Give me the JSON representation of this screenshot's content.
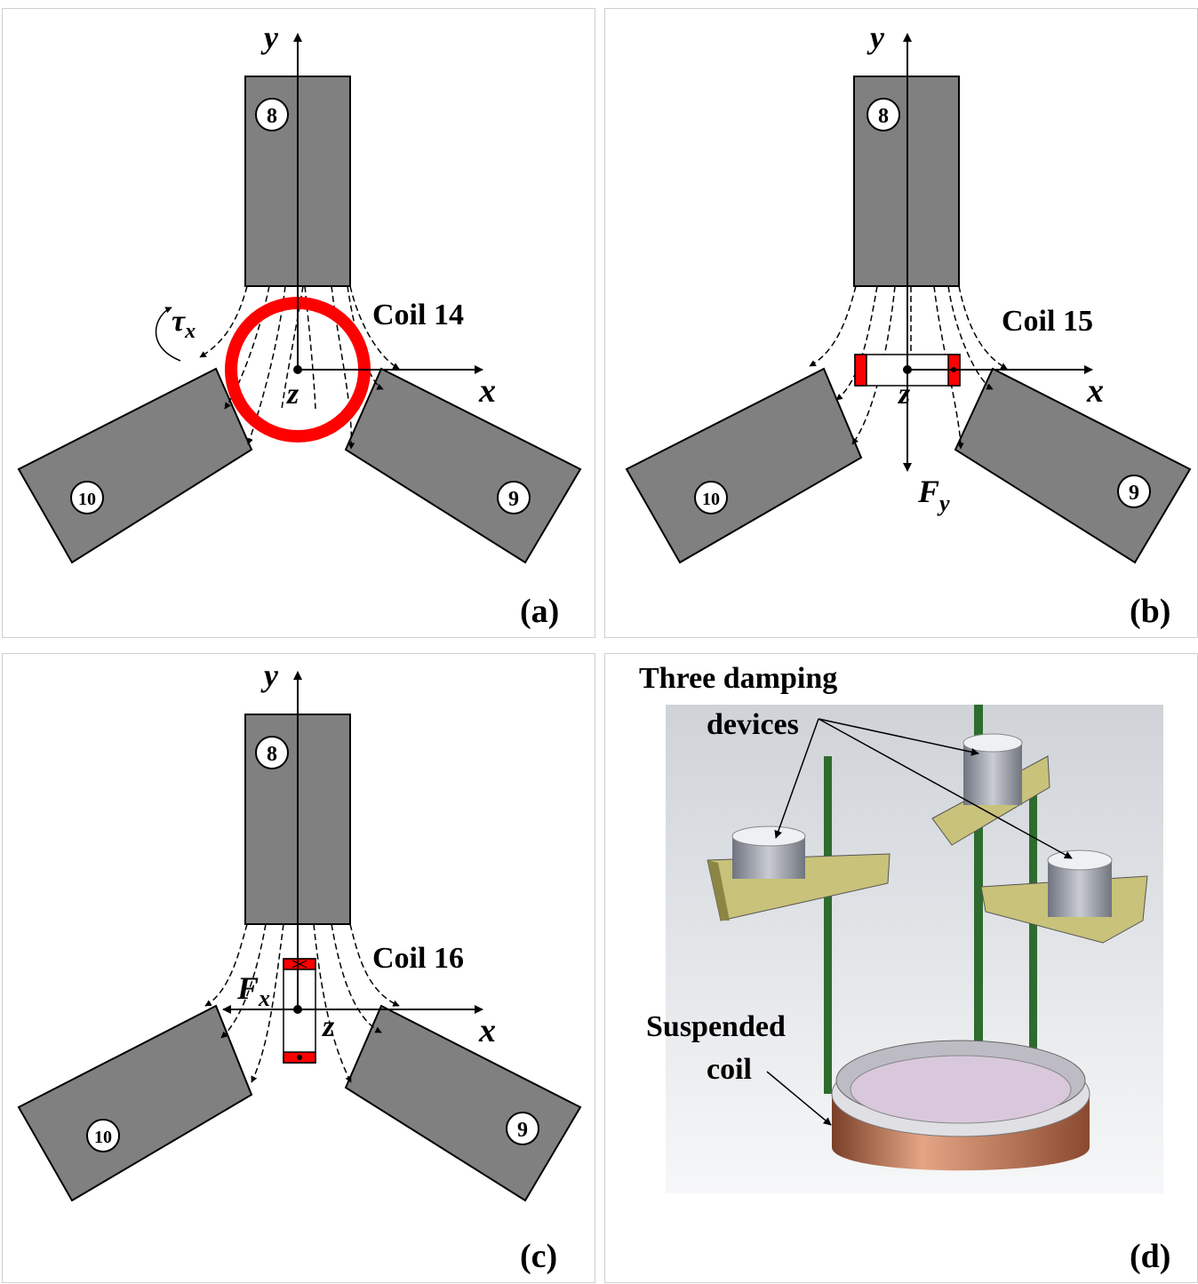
{
  "panels": {
    "a": {
      "label": "(a)",
      "coil": "Coil 14",
      "force": "τ",
      "force_sub": "x"
    },
    "b": {
      "label": "(b)",
      "coil": "Coil 15",
      "force": "F",
      "force_sub": "y"
    },
    "c": {
      "label": "(c)",
      "coil": "Coil 16",
      "force": "F",
      "force_sub": "x"
    },
    "d": {
      "label": "(d)",
      "damping_line1": "Three damping",
      "damping_line2": "devices",
      "coil_line1": "Suspended",
      "coil_line2": "coil"
    }
  },
  "axes": {
    "x": "x",
    "y": "y",
    "z": "z"
  },
  "magnets": {
    "top": "8",
    "right": "9",
    "left": "10"
  },
  "colors": {
    "magnet": "#808080",
    "coil": "#ff0000",
    "rod": "#2e6b2e",
    "bracket": "#c8c27a",
    "copper": "#b8714f"
  }
}
